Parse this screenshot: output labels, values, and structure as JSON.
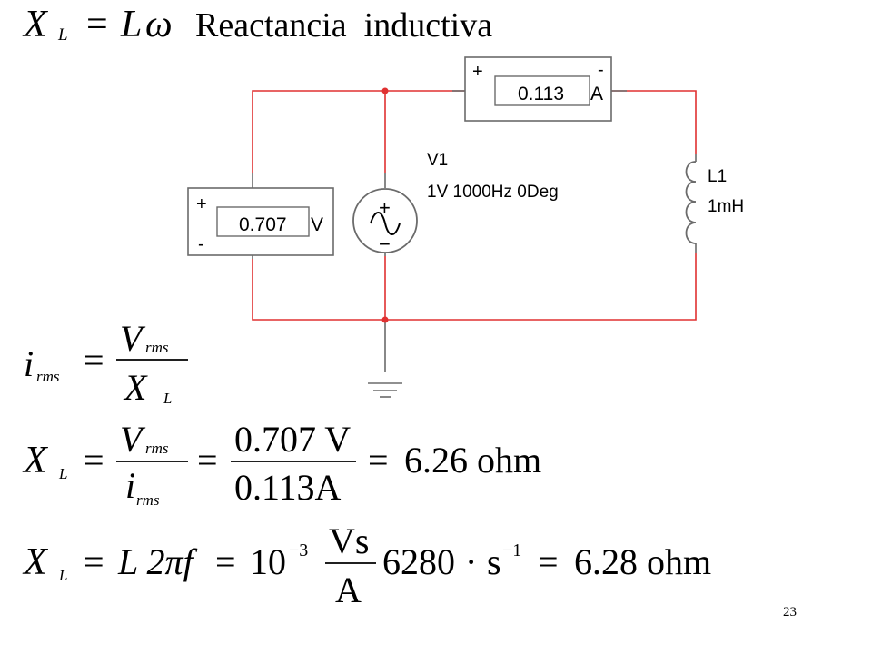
{
  "slide": {
    "title": {
      "symbol": "X",
      "subscript": "L",
      "eq": "=",
      "rhs_L": "L",
      "rhs_omega": "ω",
      "text": "Reactancia  inductiva"
    },
    "page_number": "23"
  },
  "circuit": {
    "colors": {
      "wire": "#e03131",
      "component": "#6b6b6b",
      "node": "#e03131",
      "text": "#000000"
    },
    "ammeter": {
      "plus": "+",
      "minus": "-",
      "reading": "0.113",
      "unit": "A"
    },
    "voltmeter": {
      "plus": "+",
      "minus": "-",
      "reading": "0.707",
      "unit": "V"
    },
    "source": {
      "plus": "+",
      "minus": "−",
      "name": "V1",
      "spec": "1V 1000Hz 0Deg"
    },
    "inductor": {
      "name": "L1",
      "value": "1mH"
    }
  },
  "equations": {
    "irms": {
      "lhs_i": "i",
      "lhs_sub": "rms",
      "eq": "=",
      "num_V": "V",
      "num_sub": "rms",
      "den_X": "X",
      "den_sub": "L"
    },
    "xl_ohm": {
      "lhs_X": "X",
      "lhs_sub": "L",
      "eq1": "=",
      "num_V": "V",
      "num_sub": "rms",
      "den_i": "i",
      "den_sub": "rms",
      "eq2": "=",
      "num2": "0.707 V",
      "den2": "0.113A",
      "eq3": "=",
      "result": "6.26 ohm"
    },
    "xl_formula": {
      "lhs_X": "X",
      "lhs_sub": "L",
      "eq1": "=",
      "L2pif": "L 2πf",
      "eq2": "=",
      "ten": "10",
      "exp": "−3",
      "num": "Vs",
      "den": "A",
      "freq": "6280",
      "dot": "·",
      "unit_s": "s",
      "unit_exp": "−1",
      "eq3": "=",
      "result": "6.28 ohm"
    }
  }
}
